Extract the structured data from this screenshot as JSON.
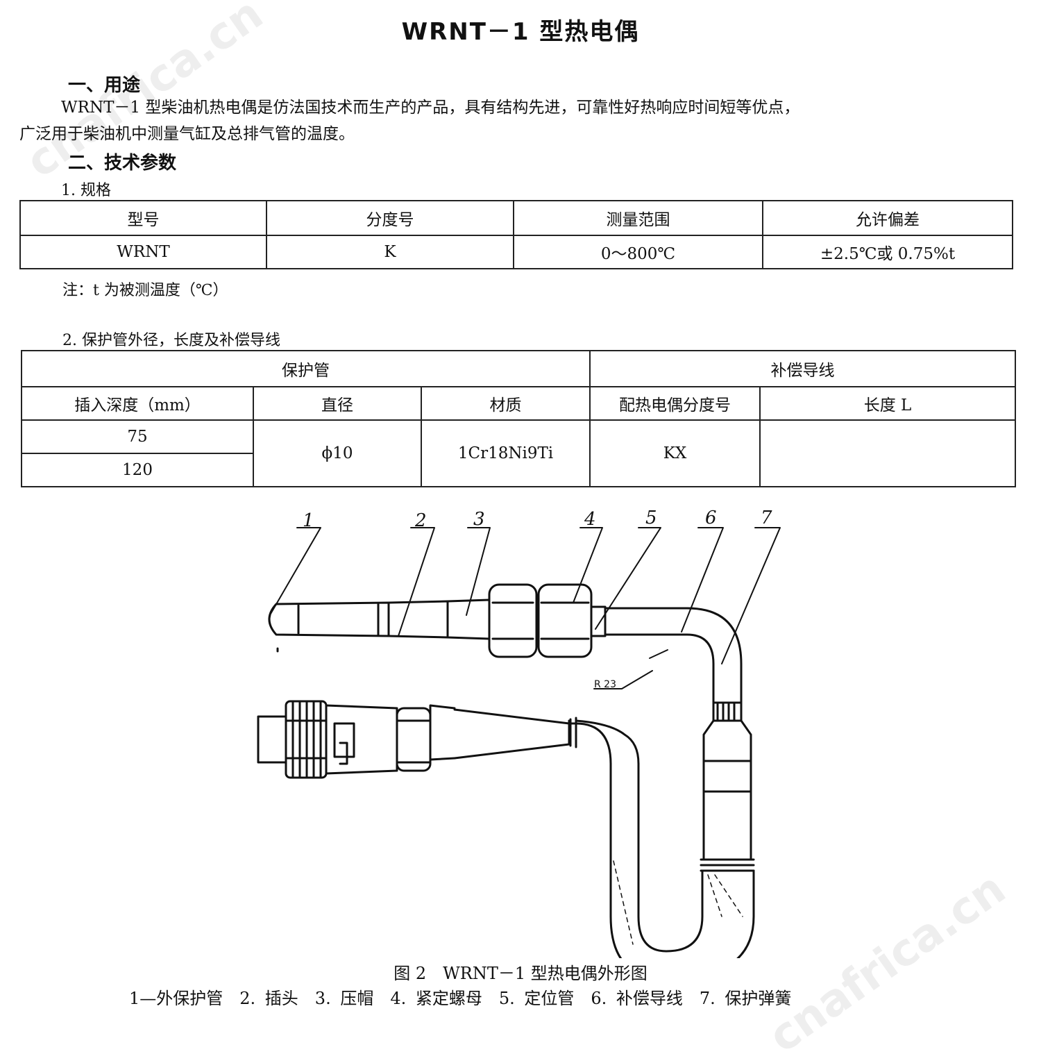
{
  "title": "WRNT－1 型热电偶",
  "section1": {
    "heading": "一、用途",
    "text_line1": "WRNT－1 型柴油机热电偶是仿法国技术而生产的产品，具有结构先进，可靠性好热响应时间短等优点，",
    "text_line2": "广泛用于柴油机中测量气缸及总排气管的温度。"
  },
  "section2": {
    "heading": "二、技术参数",
    "sub1": "1. 规格",
    "table1": {
      "headers": [
        "型号",
        "分度号",
        "测量范围",
        "允许偏差"
      ],
      "row": [
        "WRNT",
        "K",
        "0～800℃",
        "±2.5℃或 0.75%t"
      ]
    },
    "note": "注：t 为被测温度（℃）",
    "sub2": "2. 保护管外径，长度及补偿导线",
    "table2": {
      "group_protect": "保护管",
      "group_wire": "补偿导线",
      "headers": [
        "插入深度（mm）",
        "直径",
        "材质",
        "配热电偶分度号",
        "长度 L"
      ],
      "depths": [
        "75",
        "120"
      ],
      "diameter": "ϕ10",
      "material": "1Cr18Ni9Ti",
      "graduation": "KX",
      "length": ""
    }
  },
  "figure": {
    "callouts": [
      "1",
      "2",
      "3",
      "4",
      "5",
      "6",
      "7"
    ],
    "radius_label": "R 23",
    "caption": "图 2　WRNT－1 型热电偶外形图",
    "legend": "1—外保护管　2. 插头　3. 压帽　4. 紧定螺母　5. 定位管　6. 补偿导线　7. 保护弹簧"
  },
  "watermark": "cnafrica.cn"
}
